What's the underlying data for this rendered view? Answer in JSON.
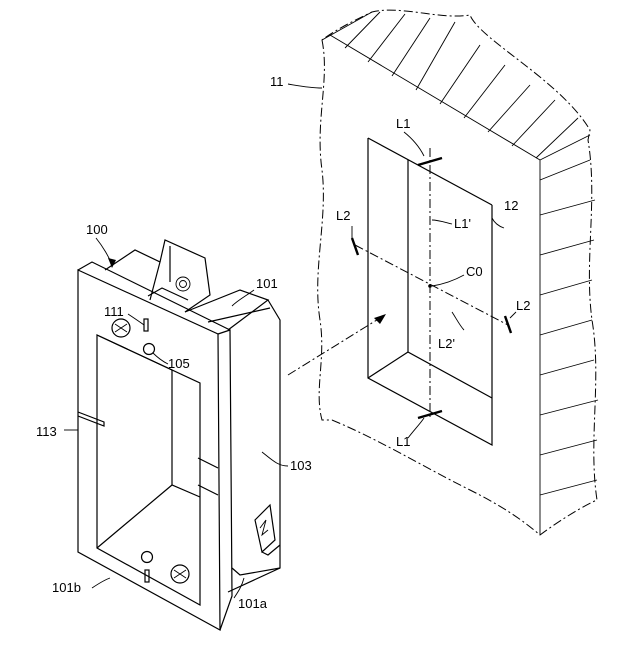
{
  "figure": {
    "labels": {
      "device": "100",
      "plate": "101",
      "plate_bottom_a": "101a",
      "plate_bottom_b": "101b",
      "body": "103",
      "hole": "105",
      "slot": "111",
      "notch": "113",
      "wall": "11",
      "opening": "12",
      "center": "C0",
      "line1_top": "L1",
      "line1_bottom": "L1",
      "line1_prime": "L1'",
      "line2_left": "L2",
      "line2_right": "L2",
      "line2_prime": "L2'"
    }
  }
}
